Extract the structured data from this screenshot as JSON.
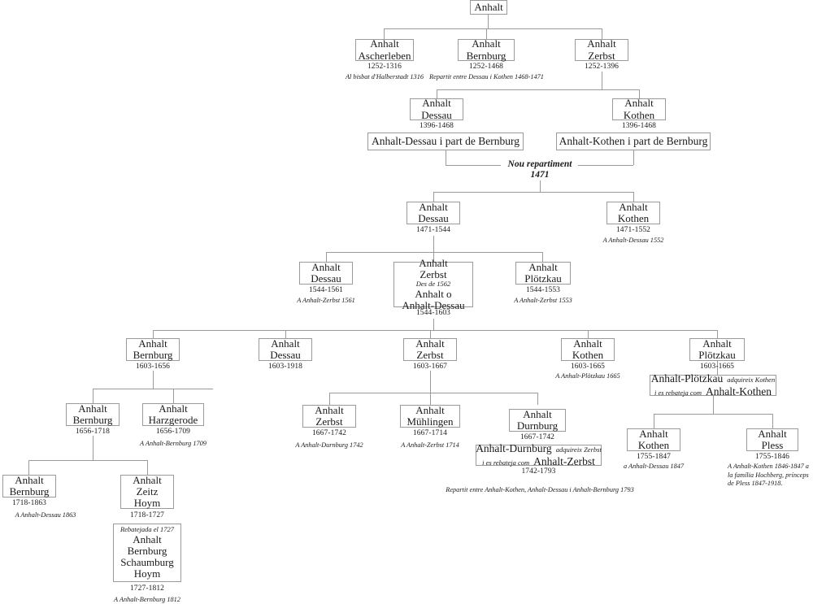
{
  "diagram": {
    "title": "Anhalt",
    "language": "ca",
    "border_color": "#9a9a9a",
    "background": "#ffffff"
  },
  "nodes": {
    "root": {
      "lines": [
        "Anhalt"
      ]
    },
    "ascherleben": {
      "lines": [
        "Anhalt",
        "Ascherleben"
      ],
      "years": "1252-1316",
      "note": "Al bisbat d'Halberstadt 1316"
    },
    "bernburg_1252": {
      "lines": [
        "Anhalt",
        "Bernburg"
      ],
      "years": "1252-1468",
      "note": "Repartit entre Dessau i Kothen 1468-1471"
    },
    "zerbst_1252": {
      "lines": [
        "Anhalt",
        "Zerbst"
      ],
      "years": "1252-1396"
    },
    "dessau_1396": {
      "lines": [
        "Anhalt",
        "Dessau"
      ],
      "years": "1396-1468"
    },
    "kothen_1396": {
      "lines": [
        "Anhalt",
        "Kothen"
      ],
      "years": "1396-1468"
    },
    "dessau_part": {
      "lines": [
        "Anhalt-Dessau i part de Bernburg"
      ]
    },
    "kothen_part": {
      "lines": [
        "Anhalt-Kothen i part de Bernburg"
      ]
    },
    "dessau_1471": {
      "lines": [
        "Anhalt",
        "Dessau"
      ],
      "years": "1471-1544"
    },
    "kothen_1471": {
      "lines": [
        "Anhalt",
        "Kothen"
      ],
      "years": "1471-1552",
      "note": "A Anhalt-Dessau 1552"
    },
    "dessau_1544": {
      "lines": [
        "Anhalt",
        "Dessau"
      ],
      "years": "1544-1561",
      "note": "A Anhalt-Zerbst 1561"
    },
    "zerbst_1544": {
      "lines": [
        "Anhalt",
        "Zerbst"
      ],
      "italic_line": "Des de 1562",
      "lines2": [
        "Anhalt o",
        "Anhalt-Dessau"
      ],
      "years": "1544-1603"
    },
    "plotzkau_1544": {
      "lines": [
        "Anhalt",
        "Plötzkau"
      ],
      "years": "1544-1553",
      "note": "A Anhalt-Zerbst 1553"
    },
    "bernburg_1603": {
      "lines": [
        "Anhalt",
        "Bernburg"
      ],
      "years": "1603-1656"
    },
    "dessau_1603": {
      "lines": [
        "Anhalt",
        "Dessau"
      ],
      "years": "1603-1918"
    },
    "zerbst_1603": {
      "lines": [
        "Anhalt",
        "Zerbst"
      ],
      "years": "1603-1667"
    },
    "kothen_1603": {
      "lines": [
        "Anhalt",
        "Kothen"
      ],
      "years": "1603-1665",
      "note": "A Anhalt-Plötzkau 1665"
    },
    "plotzkau_1603": {
      "lines": [
        "Anhalt",
        "Plötzkau"
      ],
      "years": "1603-1665"
    },
    "bernburg_1656": {
      "lines": [
        "Anhalt",
        "Bernburg"
      ],
      "years": "1656-1718"
    },
    "harzgerode_1656": {
      "lines": [
        "Anhalt",
        "Harzgerode"
      ],
      "years": "1656-1709",
      "note": "A Anhalt-Bernburg 1709"
    },
    "zerbst_1667": {
      "lines": [
        "Anhalt",
        "Zerbst"
      ],
      "years": "1667-1742",
      "note": "A Anhalt-Durnburg 1742"
    },
    "muhlingen_1667": {
      "lines": [
        "Anhalt",
        "Mühlingen"
      ],
      "years": "1667-1714",
      "note": "A Anhalt-Zerbst 1714"
    },
    "durnburg_1667": {
      "lines": [
        "Anhalt",
        "Durnburg"
      ],
      "years": "1667-1742"
    },
    "kothen_1755": {
      "lines": [
        "Anhalt",
        "Kothen"
      ],
      "years": "1755-1847",
      "note": "a Anhalt-Dessau 1847"
    },
    "pless_1755": {
      "lines": [
        "Anhalt",
        "Pless"
      ],
      "years": "1755-1846",
      "note": "A Anhalt-Kothen 1846-1847 a la família Hochberg, prínceps de Pless  1847-1918."
    },
    "bernburg_1718": {
      "lines": [
        "Anhalt",
        "Bernburg"
      ],
      "years": "1718-1863",
      "note": "A Anhalt-Dessau 1863"
    },
    "zeitz_hoym_1718": {
      "lines": [
        "Anhalt",
        "Zeitz",
        "Hoym"
      ],
      "years": "1718-1727"
    },
    "bernburg_schaumburg_hoym": {
      "italic_line": "Rebatejada el 1727",
      "lines": [
        "Anhalt",
        "Bernburg",
        "Schaumburg",
        "Hoym"
      ],
      "years": "1727-1812",
      "note": "A Anhalt-Bernburg 1812"
    }
  },
  "merge_boxes": {
    "plotzkau_kothen": {
      "line1_big": "Anhalt-Plötzkau",
      "line1_sm": "adquireix Kothen",
      "line2_sm": "i es rebateja com",
      "line2_big": "Anhalt-Kothen"
    },
    "durnburg_zerbst": {
      "line1_big": "Anhalt-Durnburg",
      "line1_sm": "adquireix Zerbst",
      "line2_sm": "i es rebateja com",
      "line2_big": "Anhalt-Zerbst",
      "years": "1742-1793",
      "note": "Repartit entre Anhalt-Kothen, Anhalt-Dessau i Anhalt-Bernburg 1793"
    }
  },
  "labels": {
    "nou_repartiment_line1": "Nou repartiment",
    "nou_repartiment_line2": "1471"
  }
}
